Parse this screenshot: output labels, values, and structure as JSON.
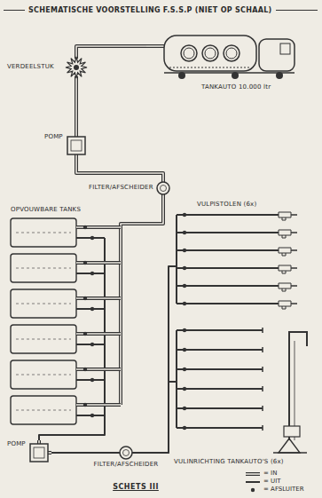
{
  "diagram": {
    "title": "SCHEMATISCHE VOORSTELLING F.S.S.P (NIET OP SCHAAL)",
    "caption": "SCHETS III",
    "nodes": [
      {
        "text": [
          "TANKAUTO 10.000 ltr"
        ]
      },
      {
        "text": [
          "VERDEELSTUK"
        ]
      },
      {
        "text": [
          "POMP"
        ]
      },
      {
        "text": [
          "FILTER/AFSCHEIDER"
        ]
      },
      {
        "text": [
          "VULPISTOLEN (6x)"
        ]
      },
      {
        "text": [
          "OPVOUWBARE TANKS"
        ]
      },
      {
        "text": [
          "VULINRICHTING TANKAUTO'S (6x)"
        ]
      },
      {
        "text": [
          "POMP"
        ]
      },
      {
        "text": [
          "FILTER/AFSCHEIDER"
        ]
      }
    ],
    "edges": [
      {
        "from": 0,
        "to": 1,
        "arrow": "none"
      },
      {
        "from": 1,
        "to": 2,
        "arrow": "none"
      },
      {
        "from": 2,
        "to": 3,
        "arrow": "none"
      },
      {
        "from": 3,
        "to": 5,
        "arrow": "none"
      },
      {
        "from": 5,
        "to": 7,
        "arrow": "none"
      },
      {
        "from": 7,
        "to": 8,
        "arrow": "none"
      },
      {
        "from": 8,
        "to": 4,
        "arrow": "none"
      },
      {
        "from": 8,
        "to": 6,
        "arrow": "none"
      }
    ],
    "legend": [
      {
        "text": "= IN"
      },
      {
        "text": "= UIT"
      },
      {
        "text": "= AFSLUITER"
      }
    ]
  }
}
